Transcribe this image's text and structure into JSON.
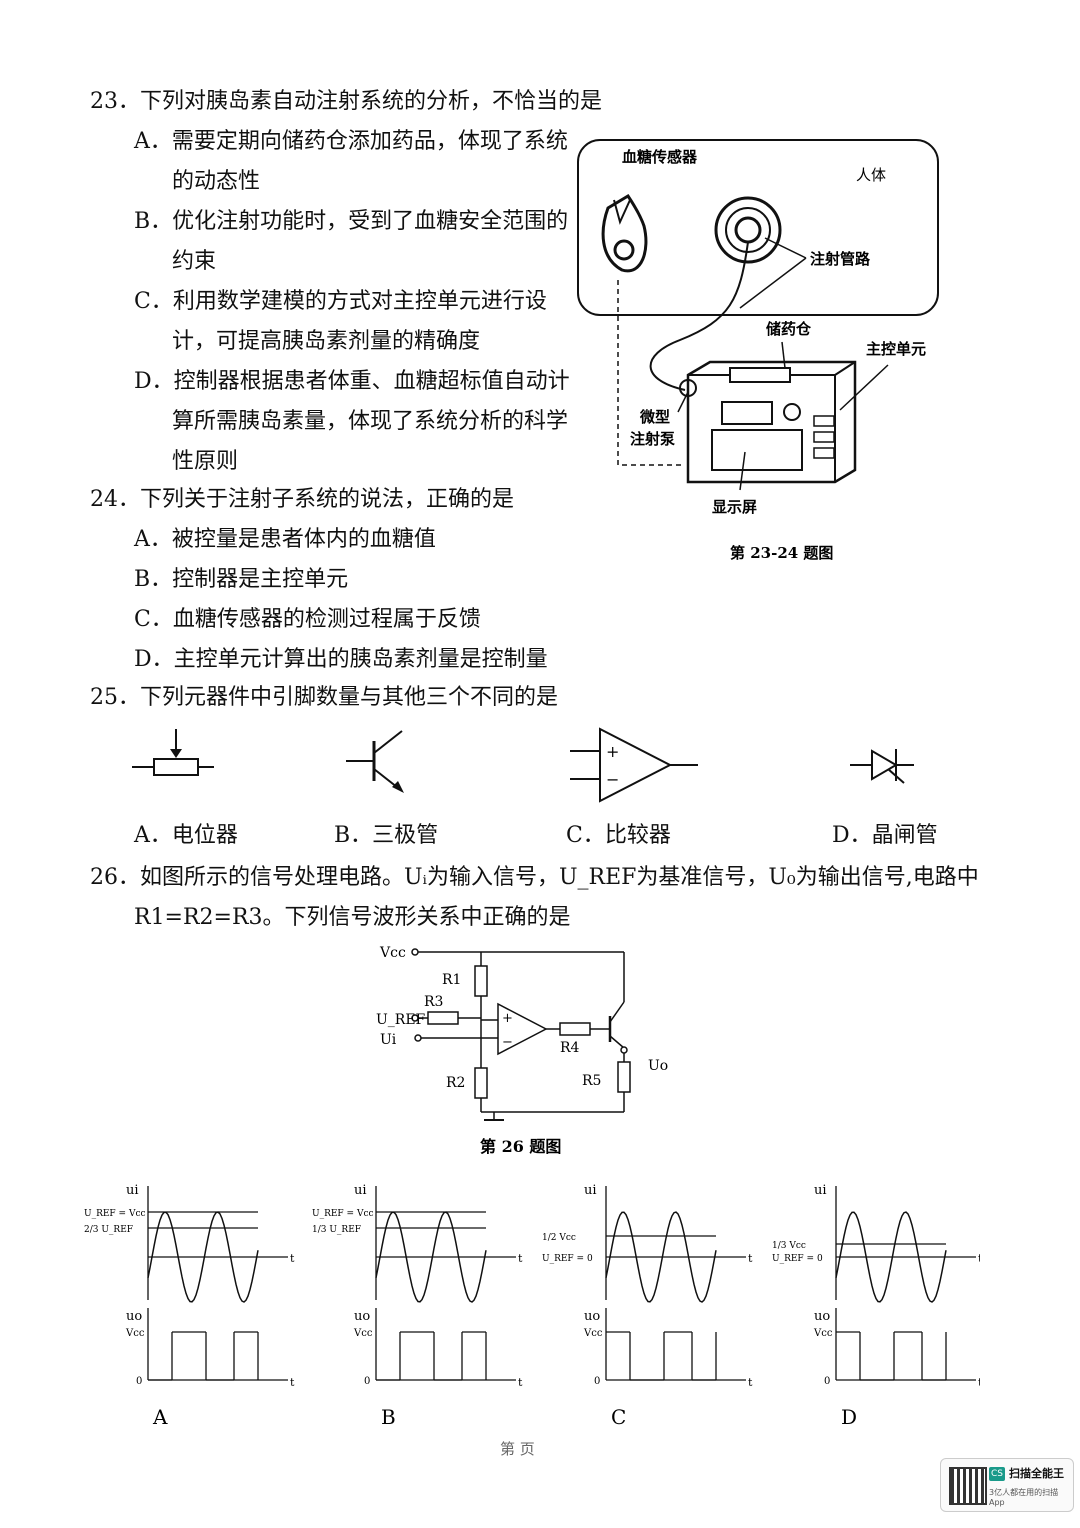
{
  "q23": {
    "stem": "23．下列对胰岛素自动注射系统的分析，不恰当的是",
    "a1": "A．需要定期向储药仓添加药品，体现了系统",
    "a2": "的动态性",
    "b1": "B．优化注射功能时，受到了血糖安全范围的",
    "b2": "约束",
    "c1": "C．利用数学建模的方式对主控单元进行设",
    "c2": "计，可提高胰岛素剂量的精确度",
    "d1": "D．控制器根据患者体重、血糖超标值自动计",
    "d2": "算所需胰岛素量，体现了系统分析的科学",
    "d3": "性原则"
  },
  "q24": {
    "stem": "24．下列关于注射子系统的说法，正确的是",
    "a": "A．被控量是患者体内的血糖值",
    "b": "B．控制器是主控单元",
    "c": "C．血糖传感器的检测过程属于反馈",
    "d": "D．主控单元计算出的胰岛素剂量是控制量"
  },
  "fig2324": {
    "sensor": "血糖传感器",
    "body": "人体",
    "tube": "注射管路",
    "reservoir": "储药仓",
    "main_unit": "主控单元",
    "pump1": "微型",
    "pump2": "注射泵",
    "screen": "显示屏",
    "caption": "第 23-24 题图"
  },
  "q25": {
    "stem": "25．下列元器件中引脚数量与其他三个不同的是",
    "a": "A．电位器",
    "b": "B．三极管",
    "c": "C．比较器",
    "d": "D．晶闸管"
  },
  "q26": {
    "stem1": "26．如图所示的信号处理电路。Uᵢ为输入信号，U_REF为基准信号，U₀为输出信号,电路中",
    "stem2": "R1=R2=R3。下列信号波形关系中正确的是"
  },
  "circuit": {
    "vcc": "Vcc",
    "r1": "R1",
    "r2": "R2",
    "r3": "R3",
    "r4": "R4",
    "r5": "R5",
    "uref": "U_REF",
    "ui": "Ui",
    "uo": "Uo",
    "plus": "+",
    "minus": "−",
    "caption": "第 26 题图"
  },
  "waves": {
    "ui_axis": "ui",
    "uo_axis": "uo",
    "t": "t",
    "zero": "0",
    "vcc": "Vcc",
    "A": {
      "l1": "U_REF = Vcc",
      "l2": "2/3 U_REF",
      "label": "A"
    },
    "B": {
      "l1": "U_REF = Vcc",
      "l2": "1/3 U_REF",
      "label": "B"
    },
    "C": {
      "l1": "1/2 Vcc",
      "l2": "U_REF = 0",
      "label": "C"
    },
    "D": {
      "l1": "1/3 Vcc",
      "l2": "U_REF = 0",
      "label": "D"
    }
  },
  "footer": {
    "page_fragment": "第   页",
    "app_name": "扫描全能王",
    "app_tag": "3亿人都在用的扫描App",
    "app_logo": "CS"
  }
}
